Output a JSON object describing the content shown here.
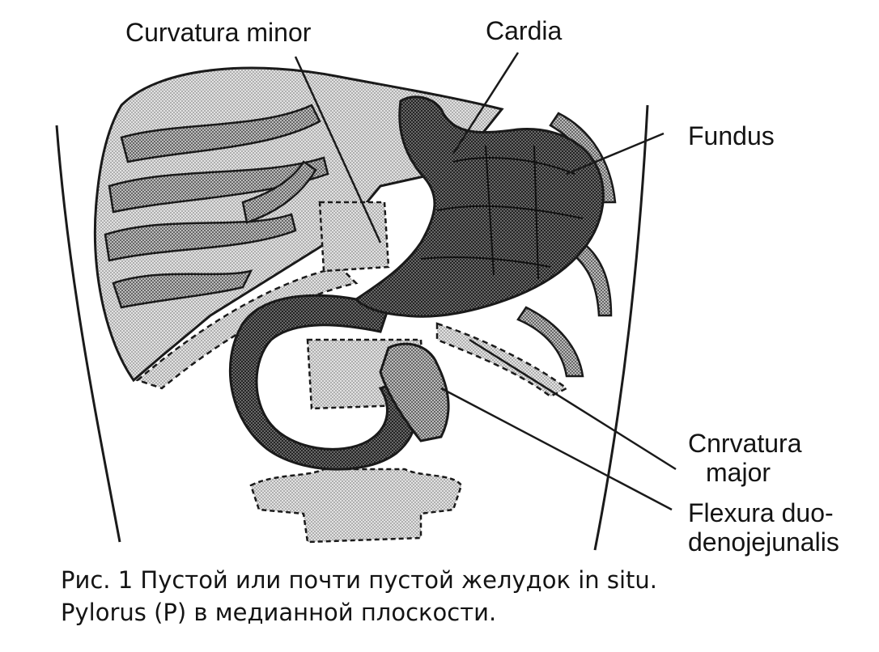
{
  "labels": {
    "curvatura_minor": "Curvatura minor",
    "cardia": "Cardia",
    "fundus": "Fundus",
    "curvatura_major_line1": "Cnrvatura",
    "curvatura_major_line2": "major",
    "flexura_line1": "Flexura duo-",
    "flexura_line2": "denojejunalis"
  },
  "caption": {
    "line1": "Рис. 1   Пустой или почти пустой желудок in situ.",
    "line2": "Pylorus (P) в медианной плоскости."
  },
  "colors": {
    "ink": "#141414",
    "stomach": "#5a5a5a",
    "liver": "#c9c9c9",
    "ribs": "#9c9c9c",
    "spine": "#b8b8b8"
  }
}
